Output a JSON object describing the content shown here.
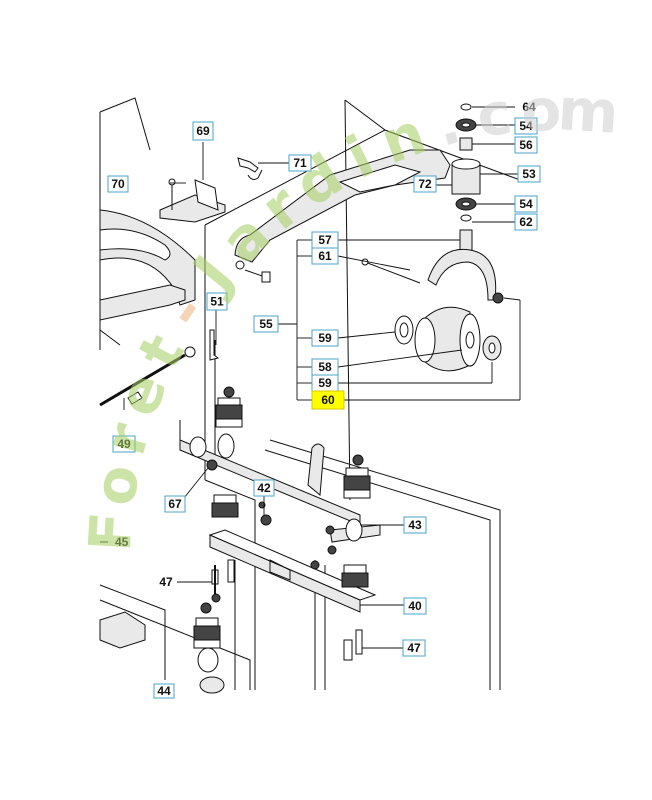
{
  "diagram": {
    "callouts": [
      {
        "id": "c64",
        "text": "64",
        "highlight": false
      },
      {
        "id": "c54a",
        "text": "54",
        "highlight": false
      },
      {
        "id": "c56",
        "text": "56",
        "highlight": false
      },
      {
        "id": "c53",
        "text": "53",
        "highlight": false
      },
      {
        "id": "c72",
        "text": "72",
        "highlight": false
      },
      {
        "id": "c54b",
        "text": "54",
        "highlight": false
      },
      {
        "id": "c62",
        "text": "62",
        "highlight": false
      },
      {
        "id": "c69",
        "text": "69",
        "highlight": false
      },
      {
        "id": "c70",
        "text": "70",
        "highlight": false
      },
      {
        "id": "c71",
        "text": "71",
        "highlight": false
      },
      {
        "id": "c57",
        "text": "57",
        "highlight": false
      },
      {
        "id": "c61",
        "text": "61",
        "highlight": false
      },
      {
        "id": "c55",
        "text": "55",
        "highlight": false
      },
      {
        "id": "c59a",
        "text": "59",
        "highlight": false
      },
      {
        "id": "c58",
        "text": "58",
        "highlight": false
      },
      {
        "id": "c59b",
        "text": "59",
        "highlight": false
      },
      {
        "id": "c60",
        "text": "60",
        "highlight": true
      },
      {
        "id": "c51",
        "text": "51",
        "highlight": false
      },
      {
        "id": "c49",
        "text": "49",
        "highlight": false
      },
      {
        "id": "c67",
        "text": "67",
        "highlight": false
      },
      {
        "id": "c42",
        "text": "42",
        "highlight": false
      },
      {
        "id": "c43",
        "text": "43",
        "highlight": false
      },
      {
        "id": "c47a",
        "text": "47",
        "highlight": false
      },
      {
        "id": "c40",
        "text": "40",
        "highlight": false
      },
      {
        "id": "c47b",
        "text": "47",
        "highlight": false
      },
      {
        "id": "c44",
        "text": "44",
        "highlight": false
      }
    ],
    "ref_45": "45",
    "highlight_color": "#ffff00",
    "callout_border_color": "#4aa3c8"
  },
  "watermark": {
    "text": "Foret-Jardin.com",
    "colors": [
      "#a6cf63",
      "#f0b27a",
      "#cfcfcf"
    ]
  }
}
